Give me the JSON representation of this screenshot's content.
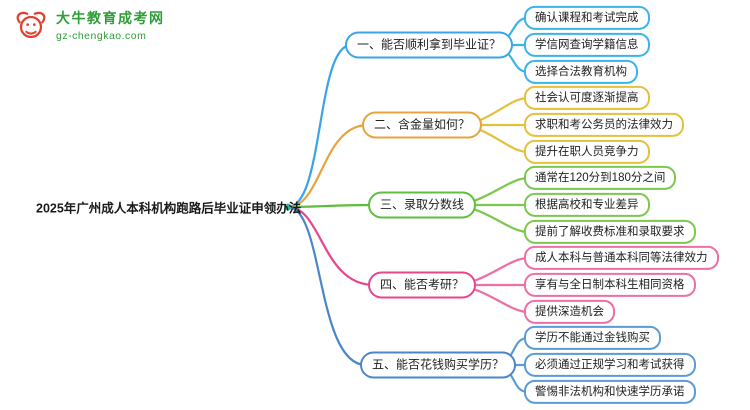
{
  "logo": {
    "site_name": "大牛教育成考网",
    "site_url": "gz-chengkao.com",
    "icon": "bull-icon",
    "brand_color": "#E2402F",
    "text_color": "#2E9E36"
  },
  "root": {
    "title": "2025年广州成人本科机构跑路后毕业证申领办法",
    "dot_color": "#3BB4A0"
  },
  "branches": [
    {
      "label": "一、能否顺利拿到毕业证？",
      "color": "#3BA3E8",
      "leaf_color": "#3BB4E8",
      "children": [
        "确认课程和考试完成",
        "学信网查询学籍信息",
        "选择合法教育机构"
      ]
    },
    {
      "label": "二、含金量如何？",
      "color": "#E8A33D",
      "leaf_color": "#E4C03C",
      "children": [
        "社会认可度逐渐提高",
        "求职和考公务员的法律效力",
        "提升在职人员竞争力"
      ]
    },
    {
      "label": "三、录取分数线",
      "color": "#5FBE3F",
      "leaf_color": "#7CC84F",
      "children": [
        "通常在120分到180分之间",
        "根据高校和专业差异",
        "提前了解收费标准和录取要求"
      ]
    },
    {
      "label": "四、能否考研？",
      "color": "#E8468C",
      "leaf_color": "#ED6FA5",
      "children": [
        "成人本科与普通本科同等法律效力",
        "享有与全日制本科生相同资格",
        "提供深造机会"
      ]
    },
    {
      "label": "五、能否花钱购买学历？",
      "color": "#4A86C8",
      "leaf_color": "#5B9BD5",
      "children": [
        "学历不能通过金钱购买",
        "必须通过正规学习和考试获得",
        "警惕非法机构和快速学历承诺"
      ]
    }
  ]
}
